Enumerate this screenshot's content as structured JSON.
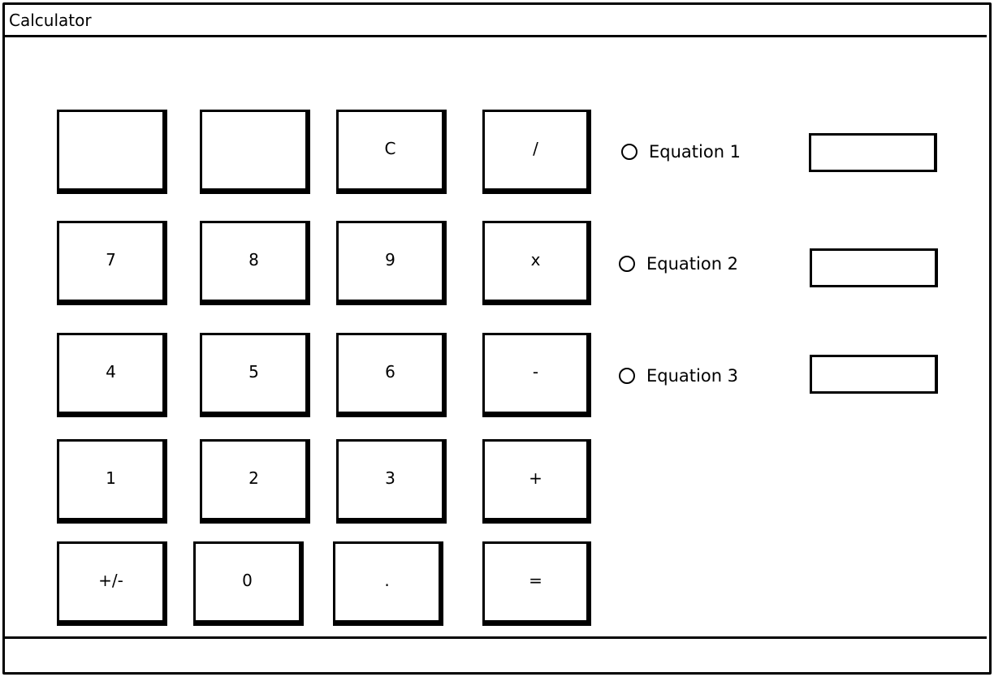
{
  "window": {
    "title": "Calculator"
  },
  "keypad": {
    "rows": [
      [
        "",
        "",
        "C",
        "/"
      ],
      [
        "7",
        "8",
        "9",
        "x"
      ],
      [
        "4",
        "5",
        "6",
        "-"
      ],
      [
        "1",
        "2",
        "3",
        "+"
      ],
      [
        "+/-",
        "0",
        ".",
        "="
      ]
    ]
  },
  "equations": [
    {
      "label": "Equation 1",
      "selected": false,
      "value": ""
    },
    {
      "label": "Equation 2",
      "selected": false,
      "value": ""
    },
    {
      "label": "Equation 3",
      "selected": false,
      "value": ""
    }
  ]
}
